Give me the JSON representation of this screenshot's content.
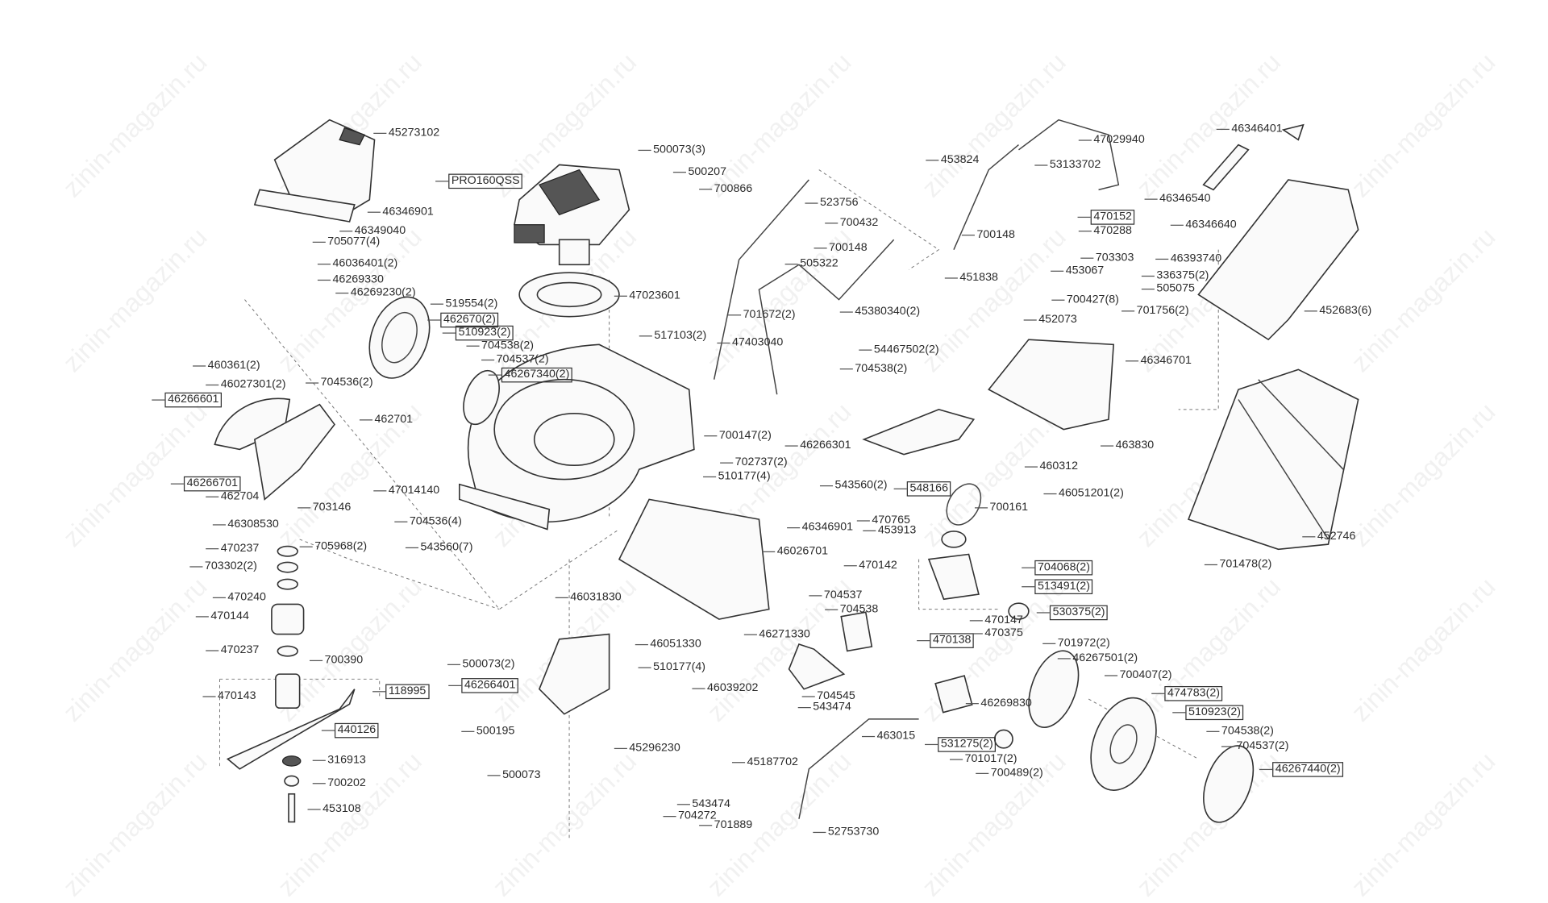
{
  "watermark": "zinin-magazin.ru",
  "labels": [
    {
      "text": "45273102"
    },
    {
      "text": "46346901"
    },
    {
      "text": "46349040"
    },
    {
      "text": "705077(4)"
    },
    {
      "text": "46036401(2)"
    },
    {
      "text": "46269330"
    },
    {
      "text": "46269230(2)"
    },
    {
      "text": "519554(2)"
    },
    {
      "text": "462670(2)",
      "boxed": true
    },
    {
      "text": "510923(2)",
      "boxed": true
    },
    {
      "text": "704538(2)"
    },
    {
      "text": "704537(2)"
    },
    {
      "text": "46267340(2)",
      "boxed": true
    },
    {
      "text": "460361(2)"
    },
    {
      "text": "46027301(2)"
    },
    {
      "text": "704536(2)"
    },
    {
      "text": "46266601",
      "boxed": true
    },
    {
      "text": "462701"
    },
    {
      "text": "46266701",
      "boxed": true
    },
    {
      "text": "462704"
    },
    {
      "text": "703146"
    },
    {
      "text": "46308530"
    },
    {
      "text": "705968(2)"
    },
    {
      "text": "470237"
    },
    {
      "text": "703302(2)"
    },
    {
      "text": "470240"
    },
    {
      "text": "470144"
    },
    {
      "text": "470237"
    },
    {
      "text": "700390"
    },
    {
      "text": "470143"
    },
    {
      "text": "118995",
      "boxed": true
    },
    {
      "text": "440126",
      "boxed": true
    },
    {
      "text": "316913"
    },
    {
      "text": "700202"
    },
    {
      "text": "453108"
    },
    {
      "text": "PRO160QSS",
      "boxed": true
    },
    {
      "text": "500073(3)"
    },
    {
      "text": "500207"
    },
    {
      "text": "47023601"
    },
    {
      "text": "517103(2)"
    },
    {
      "text": "47014140"
    },
    {
      "text": "704536(4)"
    },
    {
      "text": "543560(7)"
    },
    {
      "text": "500073(2)"
    },
    {
      "text": "46266401",
      "boxed": true
    },
    {
      "text": "500195"
    },
    {
      "text": "45296230"
    },
    {
      "text": "500073"
    },
    {
      "text": "46031830"
    },
    {
      "text": "46051330"
    },
    {
      "text": "510177(4)"
    },
    {
      "text": "46039202"
    },
    {
      "text": "46271330"
    },
    {
      "text": "46026701"
    },
    {
      "text": "46346901"
    },
    {
      "text": "543560(2)"
    },
    {
      "text": "510177(4)"
    },
    {
      "text": "702737(2)"
    },
    {
      "text": "700147(2)"
    },
    {
      "text": "700866"
    },
    {
      "text": "523756"
    },
    {
      "text": "700432"
    },
    {
      "text": "700148"
    },
    {
      "text": "505322"
    },
    {
      "text": "701672(2)"
    },
    {
      "text": "47403040"
    },
    {
      "text": "45380340(2)"
    },
    {
      "text": "54467502(2)"
    },
    {
      "text": "704538(2)"
    },
    {
      "text": "46266301"
    },
    {
      "text": "47029940"
    },
    {
      "text": "453824"
    },
    {
      "text": "53133702"
    },
    {
      "text": "470152",
      "boxed": true
    },
    {
      "text": "470288"
    },
    {
      "text": "700148"
    },
    {
      "text": "703303"
    },
    {
      "text": "453067"
    },
    {
      "text": "451838"
    },
    {
      "text": "700427(8)"
    },
    {
      "text": "452073"
    },
    {
      "text": "46346701"
    },
    {
      "text": "463830"
    },
    {
      "text": "460312"
    },
    {
      "text": "46051201(2)"
    },
    {
      "text": "548166",
      "boxed": true
    },
    {
      "text": "700161"
    },
    {
      "text": "470765"
    },
    {
      "text": "453913"
    },
    {
      "text": "470142"
    },
    {
      "text": "704068(2)",
      "boxed": true
    },
    {
      "text": "513491(2)",
      "boxed": true
    },
    {
      "text": "530375(2)",
      "boxed": true
    },
    {
      "text": "704537"
    },
    {
      "text": "704538"
    },
    {
      "text": "470147"
    },
    {
      "text": "470138",
      "boxed": true
    },
    {
      "text": "470375"
    },
    {
      "text": "701972(2)"
    },
    {
      "text": "46267501(2)"
    },
    {
      "text": "700407(2)"
    },
    {
      "text": "474783(2)",
      "boxed": true
    },
    {
      "text": "46269830"
    },
    {
      "text": "510923(2)",
      "boxed": true
    },
    {
      "text": "704538(2)"
    },
    {
      "text": "704537(2)"
    },
    {
      "text": "46267440(2)",
      "boxed": true
    },
    {
      "text": "463015"
    },
    {
      "text": "531275(2)",
      "boxed": true
    },
    {
      "text": "701017(2)"
    },
    {
      "text": "700489(2)"
    },
    {
      "text": "45187702"
    },
    {
      "text": "704545"
    },
    {
      "text": "543474"
    },
    {
      "text": "543474"
    },
    {
      "text": "704272"
    },
    {
      "text": "701889"
    },
    {
      "text": "52753730"
    },
    {
      "text": "46346401"
    },
    {
      "text": "46346540"
    },
    {
      "text": "46346640"
    },
    {
      "text": "46393740"
    },
    {
      "text": "336375(2)"
    },
    {
      "text": "505075"
    },
    {
      "text": "701756(2)"
    },
    {
      "text": "452683(6)"
    },
    {
      "text": "452746"
    },
    {
      "text": "701478(2)"
    }
  ]
}
